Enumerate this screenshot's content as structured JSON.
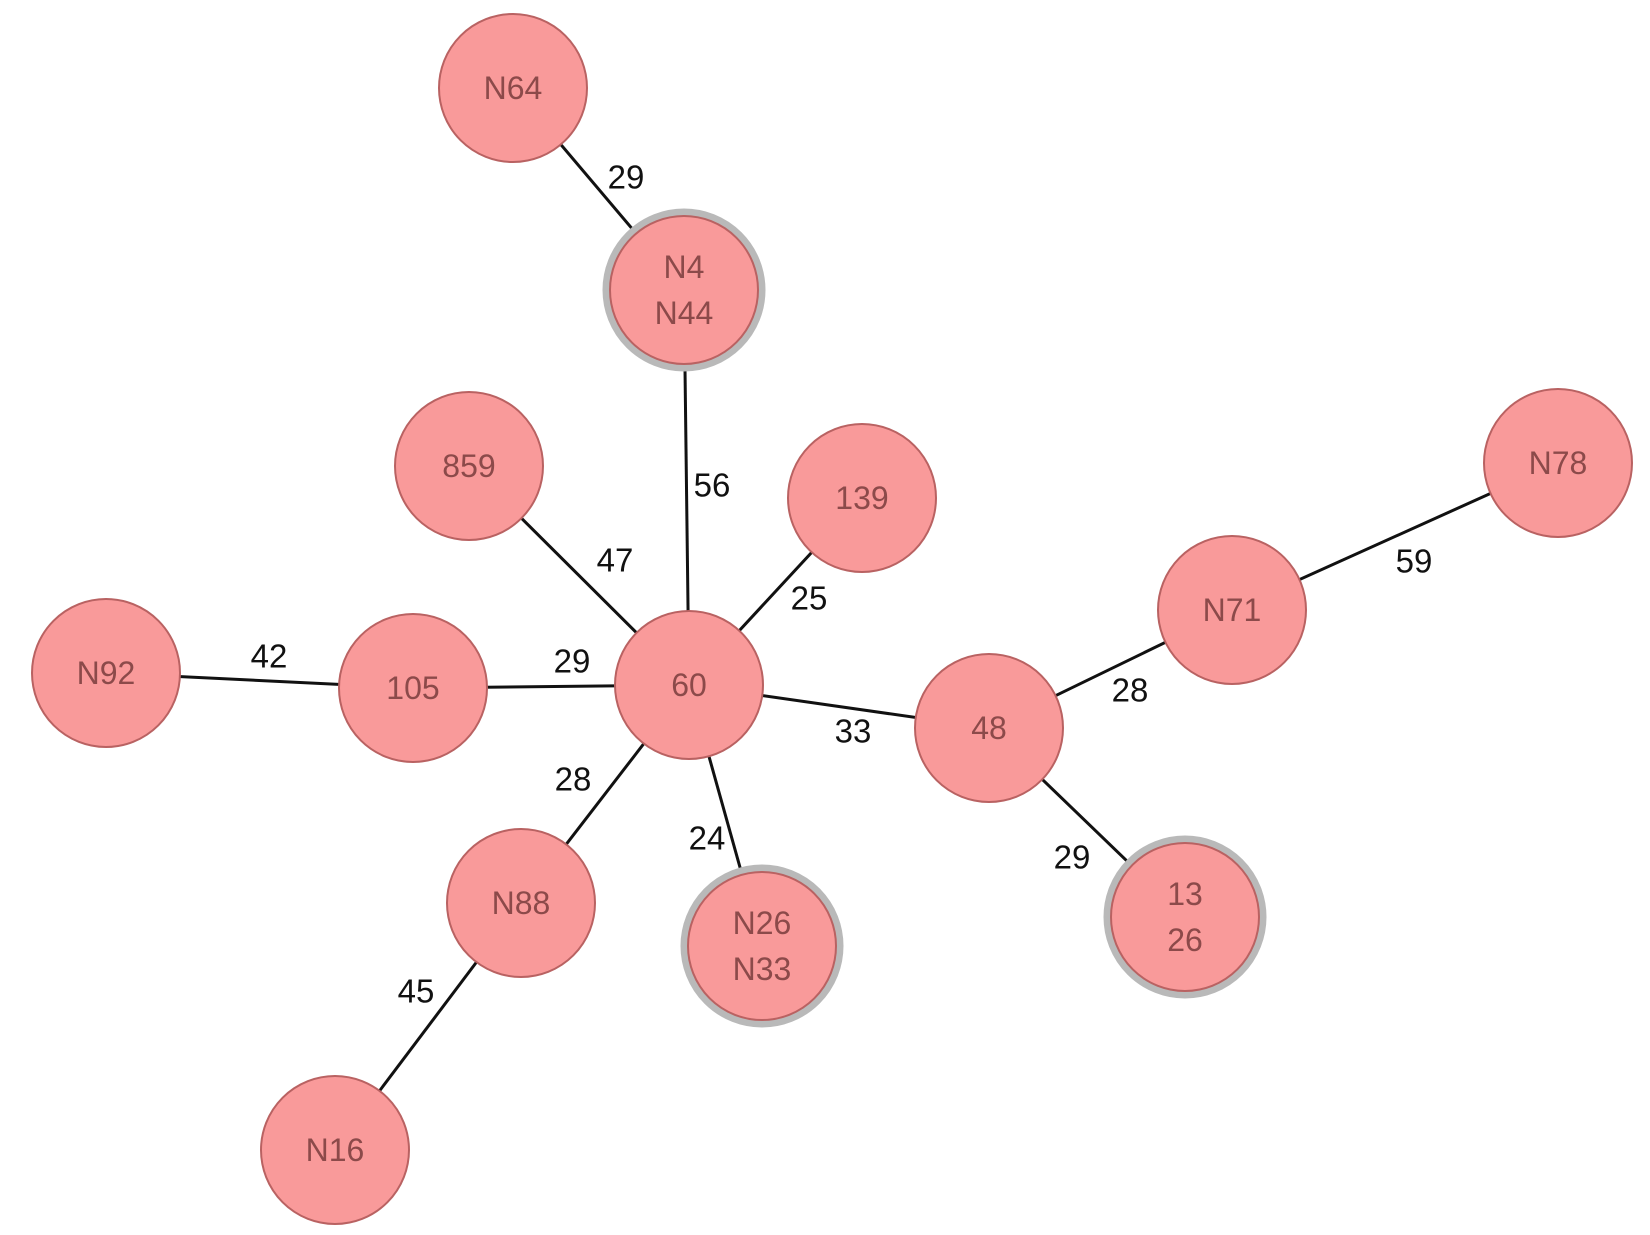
{
  "nodes": [
    {
      "id": "n64",
      "lines": [
        "N64"
      ],
      "group": false
    },
    {
      "id": "n4",
      "lines": [
        "N4",
        "N44"
      ],
      "group": true
    },
    {
      "id": "859",
      "lines": [
        "859"
      ],
      "group": false
    },
    {
      "id": "139",
      "lines": [
        "139"
      ],
      "group": false
    },
    {
      "id": "60",
      "lines": [
        "60"
      ],
      "group": false
    },
    {
      "id": "105",
      "lines": [
        "105"
      ],
      "group": false
    },
    {
      "id": "n92",
      "lines": [
        "N92"
      ],
      "group": false
    },
    {
      "id": "n88",
      "lines": [
        "N88"
      ],
      "group": false
    },
    {
      "id": "n16",
      "lines": [
        "N16"
      ],
      "group": false
    },
    {
      "id": "n26",
      "lines": [
        "N26",
        "N33"
      ],
      "group": true
    },
    {
      "id": "48",
      "lines": [
        "48"
      ],
      "group": false
    },
    {
      "id": "n71",
      "lines": [
        "N71"
      ],
      "group": false
    },
    {
      "id": "n78",
      "lines": [
        "N78"
      ],
      "group": false
    },
    {
      "id": "13",
      "lines": [
        "13",
        "26"
      ],
      "group": true
    }
  ],
  "edges": [
    {
      "from": "n64",
      "to": "n4",
      "label": "29"
    },
    {
      "from": "n4",
      "to": "60",
      "label": "56"
    },
    {
      "from": "859",
      "to": "60",
      "label": "47"
    },
    {
      "from": "139",
      "to": "60",
      "label": "25"
    },
    {
      "from": "105",
      "to": "60",
      "label": "29"
    },
    {
      "from": "n92",
      "to": "105",
      "label": "42"
    },
    {
      "from": "60",
      "to": "n88",
      "label": "28"
    },
    {
      "from": "n88",
      "to": "n16",
      "label": "45"
    },
    {
      "from": "60",
      "to": "n26",
      "label": "24"
    },
    {
      "from": "60",
      "to": "48",
      "label": "33"
    },
    {
      "from": "48",
      "to": "n71",
      "label": "28"
    },
    {
      "from": "n71",
      "to": "n78",
      "label": "59"
    },
    {
      "from": "48",
      "to": "13",
      "label": "29"
    }
  ]
}
